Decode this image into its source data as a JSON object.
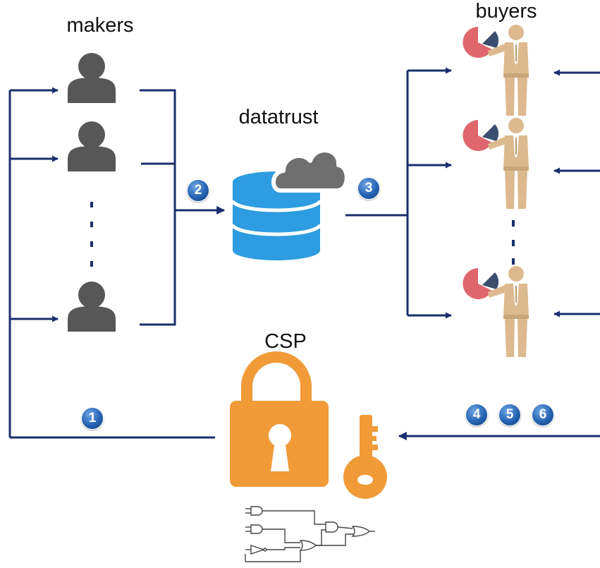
{
  "labels": {
    "makers": "makers",
    "buyers": "buyers",
    "datatrust": "datatrust",
    "csp": "CSP"
  },
  "steps": [
    "1",
    "2",
    "3",
    "4",
    "5",
    "6"
  ],
  "icons": {
    "maker": "person-icon",
    "buyer": "businessman-icon",
    "chart": "pie-chart-icon",
    "database": "database-icon",
    "cloud": "cloud-icon",
    "lock": "padlock-icon",
    "key": "key-icon",
    "circuit": "logic-circuit-icon"
  },
  "colors": {
    "line": "#1a2e6e",
    "maker": "#575757",
    "buyer": "#dcb98e",
    "pie_slice": "#e0666e",
    "pie_dark": "#3b4e6e",
    "database": "#2e9ce0",
    "cloud": "#6f6f6f",
    "lock": "#f19a38",
    "badge": "#2563b3"
  }
}
